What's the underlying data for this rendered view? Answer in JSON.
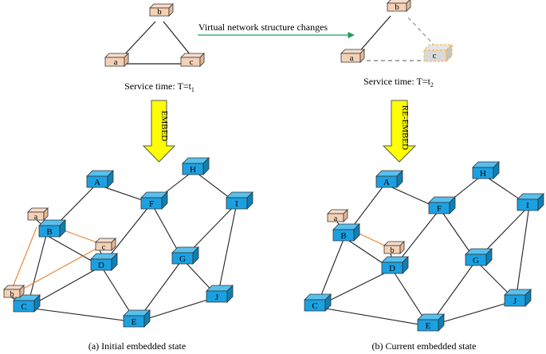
{
  "arrow_caption": "Virtual network structure changes",
  "service_time": {
    "left": {
      "prefix": "Service time: T=t",
      "sub": "1"
    },
    "right": {
      "prefix": "Service time: T=t",
      "sub": "2"
    }
  },
  "down_arrows": {
    "left": "EMBED",
    "right": "RE-EMBED"
  },
  "captions": {
    "left": "(a) Initial embedded state",
    "right": "(b) Current embedded state"
  },
  "virtual_node_labels": {
    "a": "a",
    "b": "b",
    "c": "c"
  },
  "physical_node_labels": {
    "A": "A",
    "B": "B",
    "C": "C",
    "D": "D",
    "E": "E",
    "F": "F",
    "G": "G",
    "H": "H",
    "I": "I",
    "J": "J"
  },
  "colors": {
    "physical_fill": "#1ba1e2",
    "virtual_fill": "#f4d1b6",
    "virtual_highlight": "#d9d9d9",
    "virtual_highlight_border": "#f2b233",
    "orange_link": "#e9822e",
    "arrow_green": "#1e9f5a",
    "arrow_yellow": "#ffff00"
  }
}
